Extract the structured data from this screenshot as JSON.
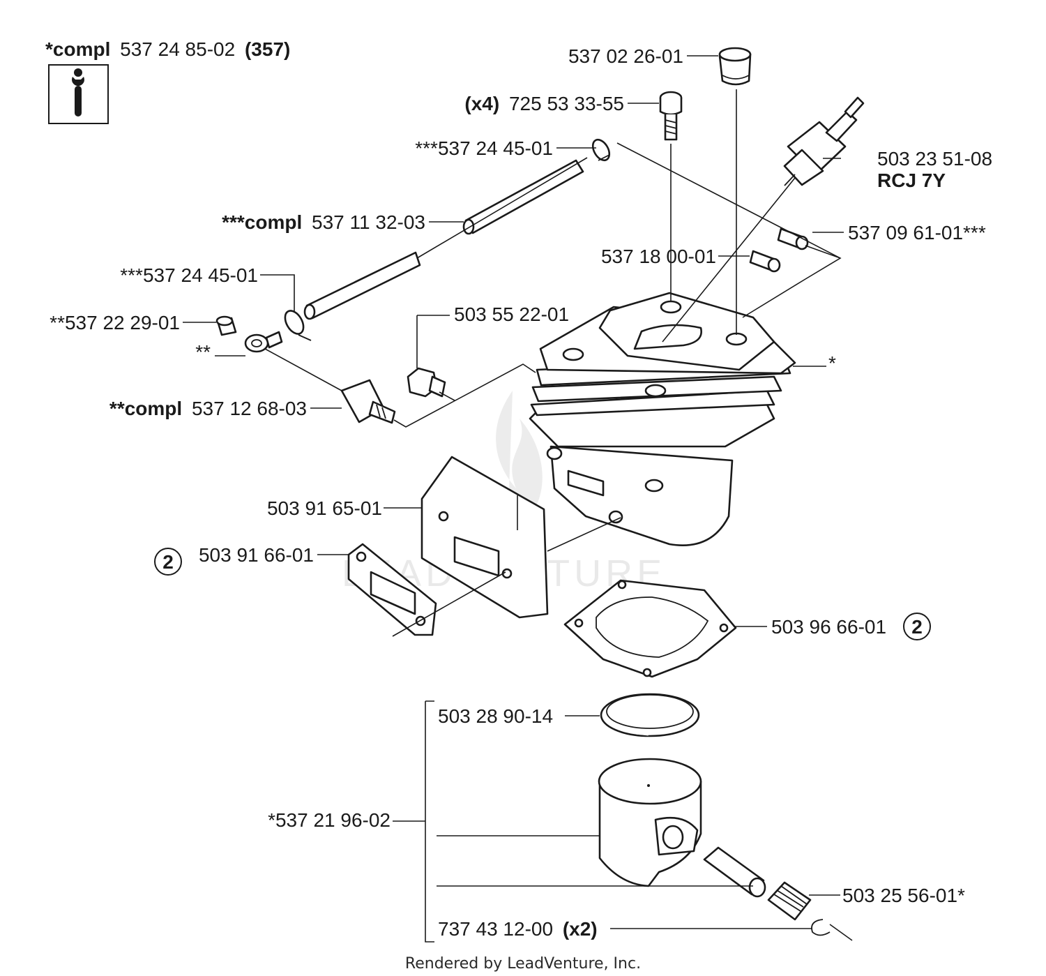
{
  "header": {
    "prefix": "*compl",
    "number": "537 24 85-02",
    "suffix": "(357)"
  },
  "icons": {
    "info_icon": "wrench-info-icon",
    "callout_marker": "2"
  },
  "labels": {
    "top_cap": "537 02 26-01",
    "screw_qty": "(x4)",
    "screw": "725 53 33-55",
    "clip_upper": "***537 24 45-01",
    "spark_plug": "503 23 51-08",
    "spark_plug_type": "RCJ 7Y",
    "hose": "537 11 32-03",
    "hose_prefix": "***compl",
    "bushing_right": "537 09 61-01***",
    "bushing_mid": "537 18 00-01",
    "clip_lower": "***537 24 45-01",
    "plug_bolt": "503 55 22-01",
    "nipple_small": "**537 22 29-01",
    "double_star": "**",
    "cylinder_star": "*",
    "valve_prefix": "**compl",
    "valve": "537 12 68-03",
    "muffler_plate": "503 91 65-01",
    "muffler_gasket": "503 91 66-01",
    "base_gasket": "503 96 66-01",
    "piston_ring": "503 28 90-14",
    "piston": "*537 21 96-02",
    "bearing": "503 25 56-01*",
    "circlip": "737 43 12-00",
    "circlip_qty": "(x2)"
  },
  "watermark": "LEADVENTURE",
  "footer": "Rendered by LeadVenture, Inc."
}
